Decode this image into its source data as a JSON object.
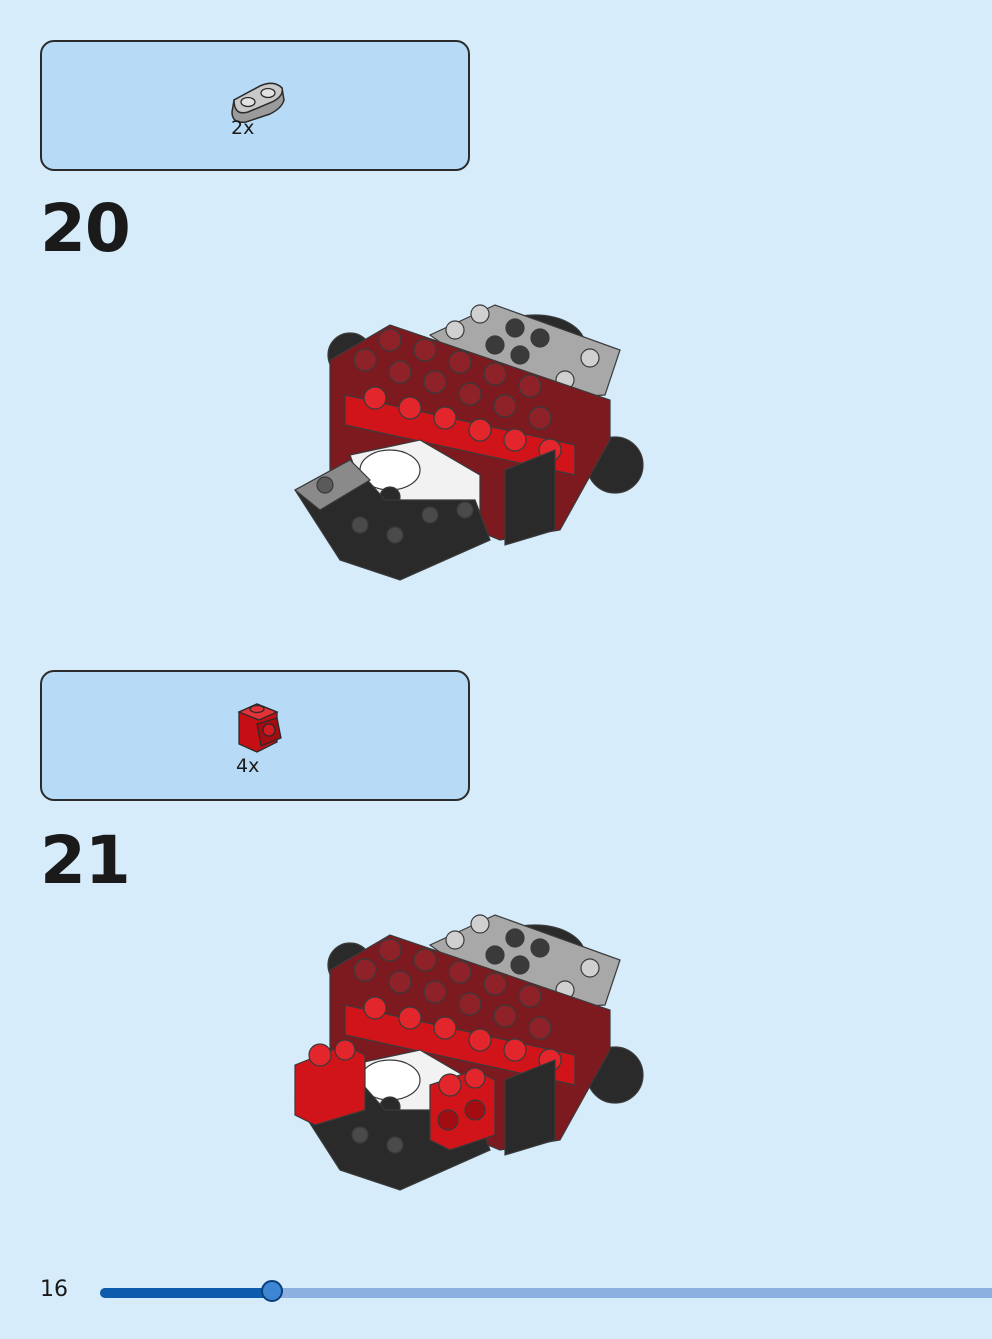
{
  "page": {
    "number": "16",
    "progress_fraction": 0.193
  },
  "steps": [
    {
      "number": "20",
      "part": {
        "icon": "light-gray-plate-1x2-icon",
        "quantity": "2x"
      }
    },
    {
      "number": "21",
      "part": {
        "icon": "red-bracket-brick-icon",
        "quantity": "4x"
      }
    }
  ],
  "colors": {
    "background": "#d6ecfb",
    "parts_box": "#b7dbf6",
    "dark_red": "#7c1a1f",
    "bright_red": "#d0141a",
    "black": "#2a2a2a",
    "light_gray": "#a8a8a8",
    "yellow": "#f3d21a",
    "progress_dark": "#0c5bac",
    "progress_light": "#8cb0df"
  }
}
